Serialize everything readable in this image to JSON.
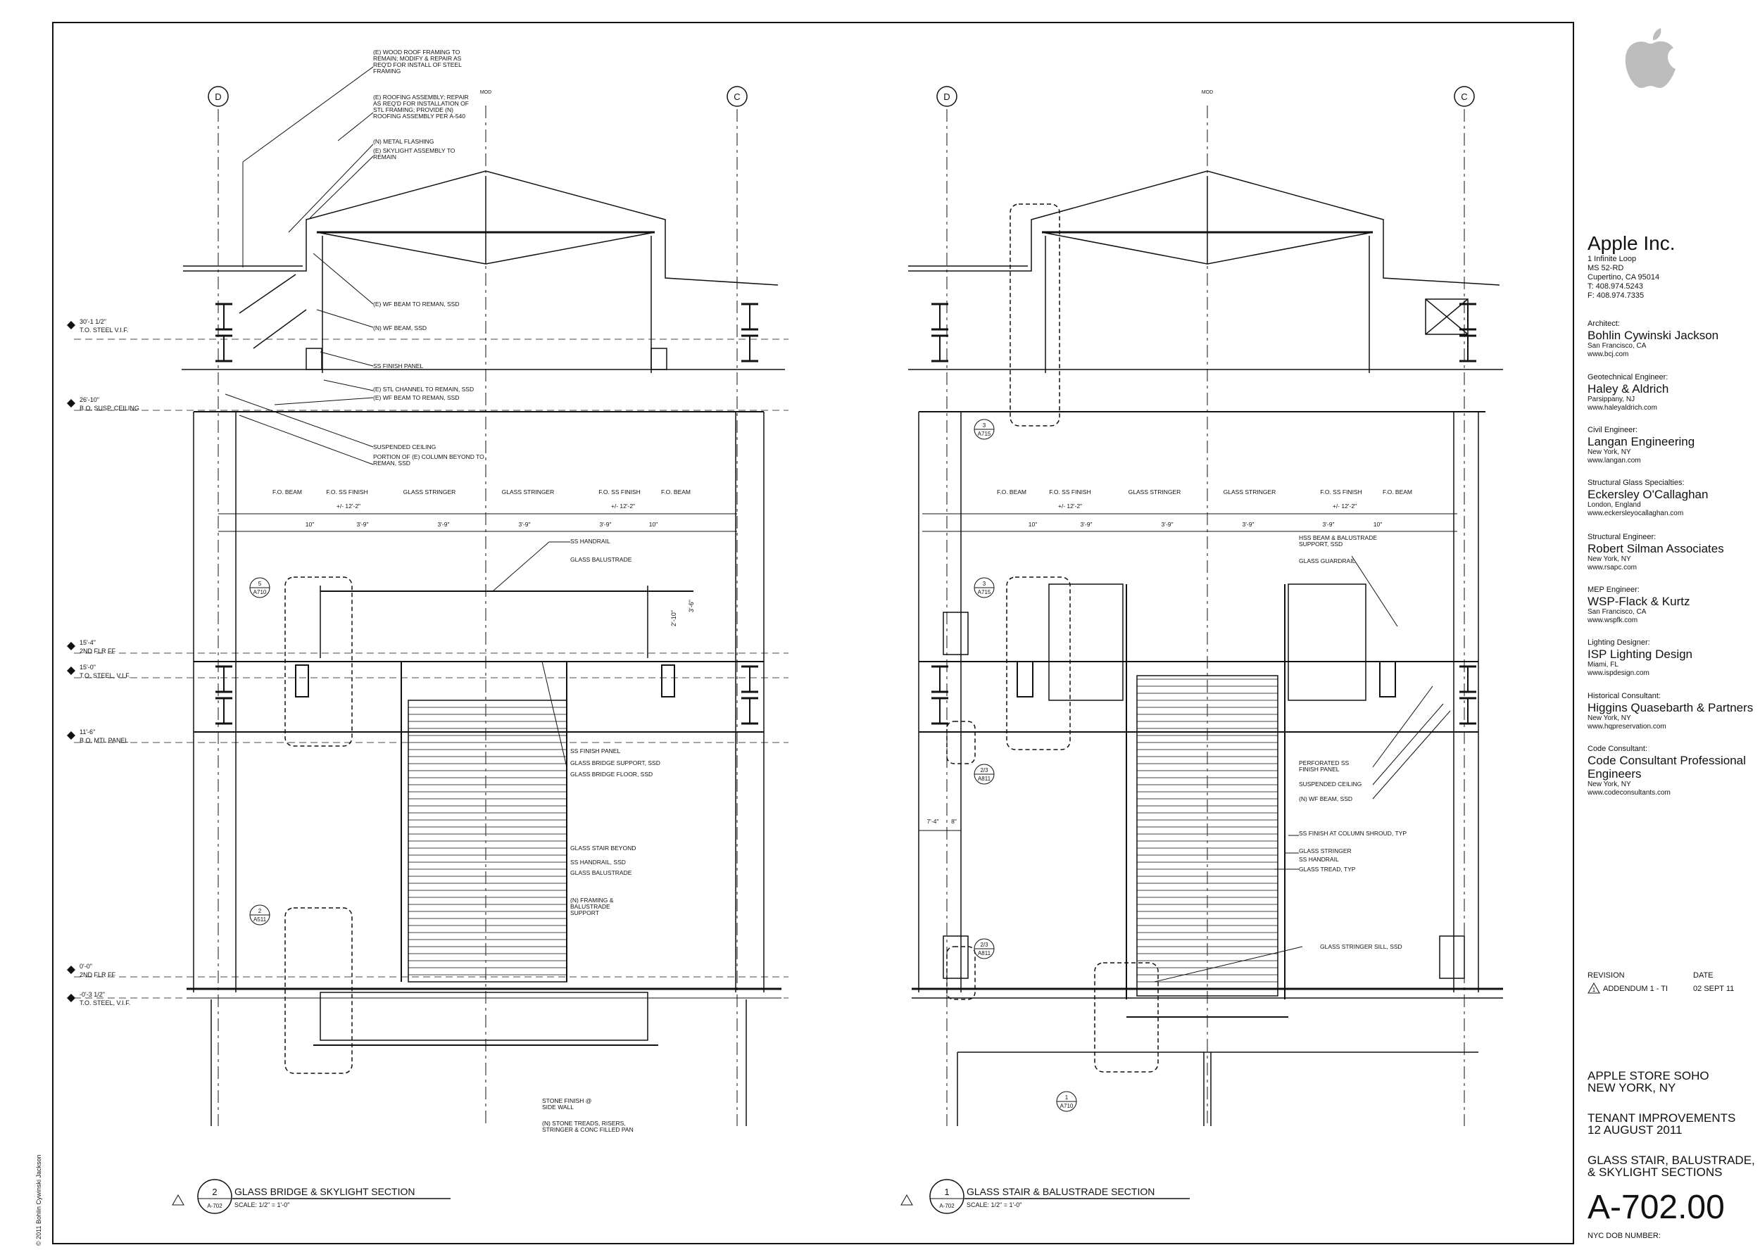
{
  "sheet": {
    "number": "A-702.00",
    "dob_label": "NYC DOB NUMBER:",
    "copyright": "© 2011 Bohlin Cywinski Jackson",
    "logo_icon": "apple-logo-icon"
  },
  "firm": {
    "name": "Apple Inc.",
    "lines": [
      "1 Infinite Loop",
      "MS 52-RD",
      "Cupertino, CA 95014",
      "T: 408.974.5243",
      "F: 408.974.7335"
    ]
  },
  "consultants": [
    {
      "role": "Architect:",
      "name": "Bohlin Cywinski Jackson",
      "sub": [
        "San Francisco, CA",
        "www.bcj.com"
      ]
    },
    {
      "role": "Geotechnical Engineer:",
      "name": "Haley & Aldrich",
      "sub": [
        "Parsippany, NJ",
        "www.haleyaldrich.com"
      ]
    },
    {
      "role": "Civil Engineer:",
      "name": "Langan Engineering",
      "sub": [
        "New York, NY",
        "www.langan.com"
      ]
    },
    {
      "role": "Structural Glass Specialties:",
      "name": "Eckersley O'Callaghan",
      "sub": [
        "London, England",
        "www.eckersleyocallaghan.com"
      ]
    },
    {
      "role": "Structural Engineer:",
      "name": "Robert Silman Associates",
      "sub": [
        "New York, NY",
        "www.rsapc.com"
      ]
    },
    {
      "role": "MEP Engineer:",
      "name": "WSP-Flack & Kurtz",
      "sub": [
        "San Francisco, CA",
        "www.wspfk.com"
      ]
    },
    {
      "role": "Lighting Designer:",
      "name": "ISP Lighting Design",
      "sub": [
        "Miami, FL",
        "www.ispdesign.com"
      ]
    },
    {
      "role": "Historical Consultant:",
      "name": "Higgins Quasebarth & Partners",
      "sub": [
        "New York, NY",
        "www.hqpreservation.com"
      ]
    },
    {
      "role": "Code Consultant:",
      "name": "Code Consultant Professional Engineers",
      "sub": [
        "New York, NY",
        "www.codeconsultants.com"
      ]
    }
  ],
  "revision": {
    "header_revision": "REVISION",
    "header_date": "DATE",
    "entry": "ADDENDUM 1 - TI",
    "entry_number": "1",
    "date": "02 SEPT 11"
  },
  "project": {
    "name_1": "APPLE STORE SOHO",
    "name_2": "NEW YORK, NY",
    "phase_1": "TENANT IMPROVEMENTS",
    "phase_2": "12 AUGUST 2011",
    "title_1": "GLASS STAIR, BALUSTRADE,",
    "title_2": "& SKYLIGHT SECTIONS"
  },
  "sections": {
    "left": {
      "number": "2",
      "sheet_ref": "A-702",
      "title": "GLASS BRIDGE & SKYLIGHT SECTION",
      "scale": "SCALE:  1/2\" = 1'-0\""
    },
    "right": {
      "number": "1",
      "sheet_ref": "A-702",
      "title": "GLASS STAIR & BALUSTRADE SECTION",
      "scale": "SCALE:  1/2\" = 1'-0\""
    }
  },
  "grid": {
    "d": "D",
    "c": "C",
    "mod": "MOD"
  },
  "levels": [
    {
      "value": "30'-1 1/2\"",
      "label": "T.O. STEEL V.I.F."
    },
    {
      "value": "26'-10\"",
      "label": "B.O. SUSP. CEILING"
    },
    {
      "value": "15'-4\"",
      "label": "2ND FLR FF"
    },
    {
      "value": "15'-0\"",
      "label": "T.O. STEEL, V.I.F."
    },
    {
      "value": "11'-6\"",
      "label": "B.O. MTL PANEL"
    },
    {
      "value": "0'-0\"",
      "label": "2ND FLR FF"
    },
    {
      "value": "-0'-3 1/2\"",
      "label": "T.O. STEEL, V.I.F."
    }
  ],
  "dims": {
    "labels": [
      "F.O. BEAM",
      "F.O. SS FINISH",
      "GLASS STRINGER",
      "GLASS STRINGER",
      "F.O. SS FINISH",
      "F.O. BEAM"
    ],
    "overall_left": "+/- 12'-2\"",
    "overall_right": "+/- 12'-2\"",
    "parts": [
      "10\"",
      "3'-9\"",
      "3'-9\"",
      "3'-9\"",
      "3'-9\"",
      "10\""
    ],
    "h1": "2'-10\"",
    "h2": "3'-6\"",
    "w1": "7'-4\"",
    "w2": "8\""
  },
  "notes_left_top": [
    "(E) WOOD ROOF FRAMING TO REMAIN; MODIFY & REPAIR AS REQ'D FOR INSTALL OF STEEL FRAMING",
    "(E) ROOFING ASSEMBLY; REPAIR AS REQ'D FOR INSTALLATION OF STL FRAMING; PROVIDE (N) ROOFING ASSEMBLY PER A-540",
    "(N) METAL FLASHING",
    "(E) SKYLIGHT ASSEMBLY TO REMAIN",
    "(E) WF BEAM TO REMAN, SSD",
    "(N) WF BEAM, SSD",
    "SS FINISH PANEL",
    "(E) STL CHANNEL TO REMAIN, SSD",
    "(E) WF BEAM TO REMAN, SSD",
    "SUSPENDED CEILING",
    "PORTION OF (E) COLUMN BEYOND TO REMAN, SSD"
  ],
  "notes_left_mid": [
    "SS HANDRAIL",
    "GLASS BALUSTRADE",
    "SS FINISH PANEL",
    "GLASS BRIDGE SUPPORT, SSD",
    "GLASS BRIDGE FLOOR, SSD",
    "GLASS STAIR BEYOND",
    "SS HANDRAIL, SSD",
    "GLASS BALUSTRADE",
    "(N) FRAMING & BALUSTRADE SUPPORT",
    "STONE FINISH @ SIDE WALL",
    "(N) STONE TREADS, RISERS, STRINGER & CONC FILLED PAN"
  ],
  "notes_right": [
    "HSS BEAM & BALUSTRADE SUPPORT, SSD",
    "GLASS GUARDRAIL",
    "PERFORATED SS FINISH PANEL",
    "SUSPENDED CEILING",
    "(N) WF BEAM, SSD",
    "SS FINISH AT COLUMN SHROUD, TYP",
    "GLASS STRINGER",
    "SS HANDRAIL",
    "GLASS TREAD, TYP",
    "GLASS STRINGER SILL, SSD"
  ],
  "detail_refs": [
    {
      "num": "5",
      "sheet": "A710"
    },
    {
      "num": "2",
      "sheet": "A511"
    },
    {
      "num": "3",
      "sheet": "A715"
    },
    {
      "num": "3",
      "sheet": "A715"
    },
    {
      "num": "2/3",
      "sheet": "A811"
    },
    {
      "num": "2/3",
      "sheet": "A811"
    },
    {
      "num": "1",
      "sheet": "A710"
    }
  ]
}
